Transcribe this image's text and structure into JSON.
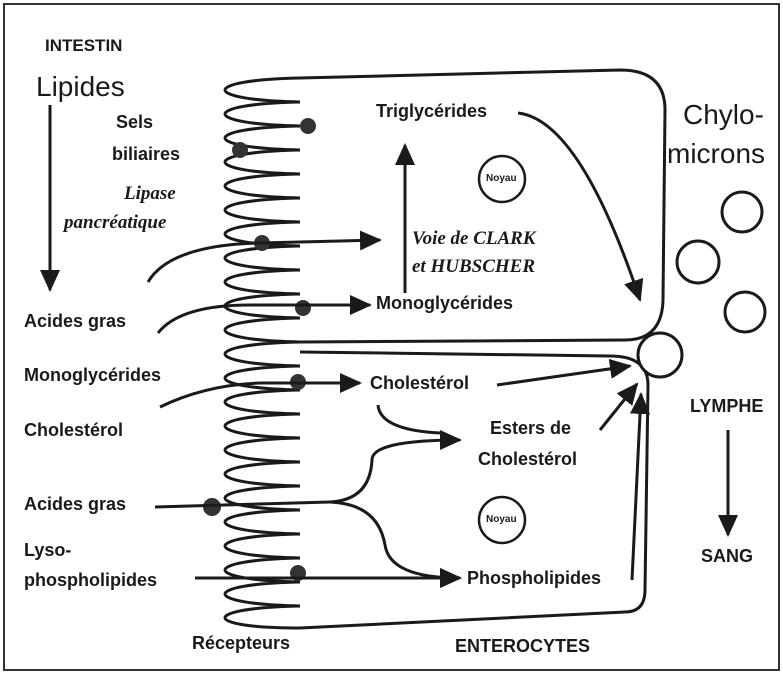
{
  "intestine": {
    "header": "INTESTIN",
    "lipids": "Lipides",
    "bile_salts_1": "Sels",
    "bile_salts_2": "biliaires",
    "lipase_1": "Lipase",
    "lipase_2": "pancréatique",
    "fatty_acids_top": "Acides gras",
    "monoglycerides": "Monoglycérides",
    "cholesterol": "Cholestérol",
    "fatty_acids_bottom": "Acides gras",
    "lysophospholipids_1": "Lyso-",
    "lysophospholipids_2": "phospholipides",
    "receptors": "Récepteurs"
  },
  "enterocyte_top": {
    "triglycerides": "Triglycérides",
    "nucleus": "Noyau",
    "pathway_1": "Voie de CLARK",
    "pathway_2": "et HUBSCHER",
    "monoglycerides": "Monoglycérides"
  },
  "enterocyte_bottom": {
    "cholesterol": "Cholestérol",
    "esters_1": "Esters de",
    "esters_2": "Cholestérol",
    "nucleus": "Noyau",
    "phospholipids": "Phospholipides",
    "caption": "ENTEROCYTES"
  },
  "right": {
    "chylo_1": "Chylo-",
    "chylo_2": "microns",
    "lymph": "LYMPHE",
    "blood": "SANG"
  }
}
